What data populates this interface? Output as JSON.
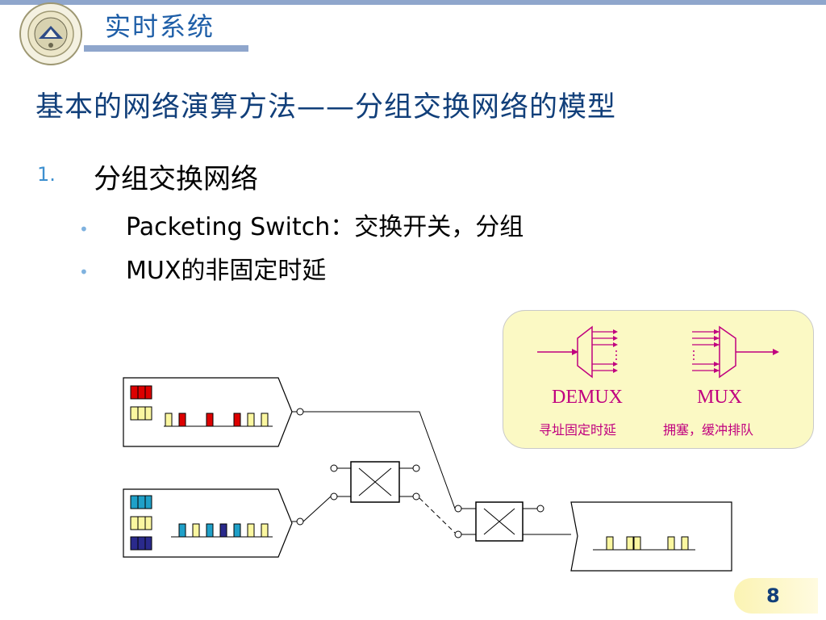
{
  "header": {
    "course_title": "实时系统",
    "logo_name": "university-seal"
  },
  "slide": {
    "title": "基本的网络演算方法——分组交换网络的模型",
    "list": {
      "number": "1.",
      "text": "分组交换网络",
      "bullets": [
        "Packeting Switch：交换开关，分组",
        "MUX的非固定时延"
      ]
    }
  },
  "legend": {
    "demux_label": "DEMUX",
    "mux_label": "MUX",
    "demux_note": "寻址固定时延",
    "mux_note": "拥塞，缓冲排队"
  },
  "colors": {
    "accent": "#8fa6cc",
    "title": "#113f7a",
    "legend_text": "#c0007f",
    "packet_red": "#dd0000",
    "packet_yellow": "#fbf7a0",
    "packet_cyan": "#1fa0c8",
    "packet_navy": "#2a2a8c"
  },
  "page": {
    "number": "8"
  }
}
